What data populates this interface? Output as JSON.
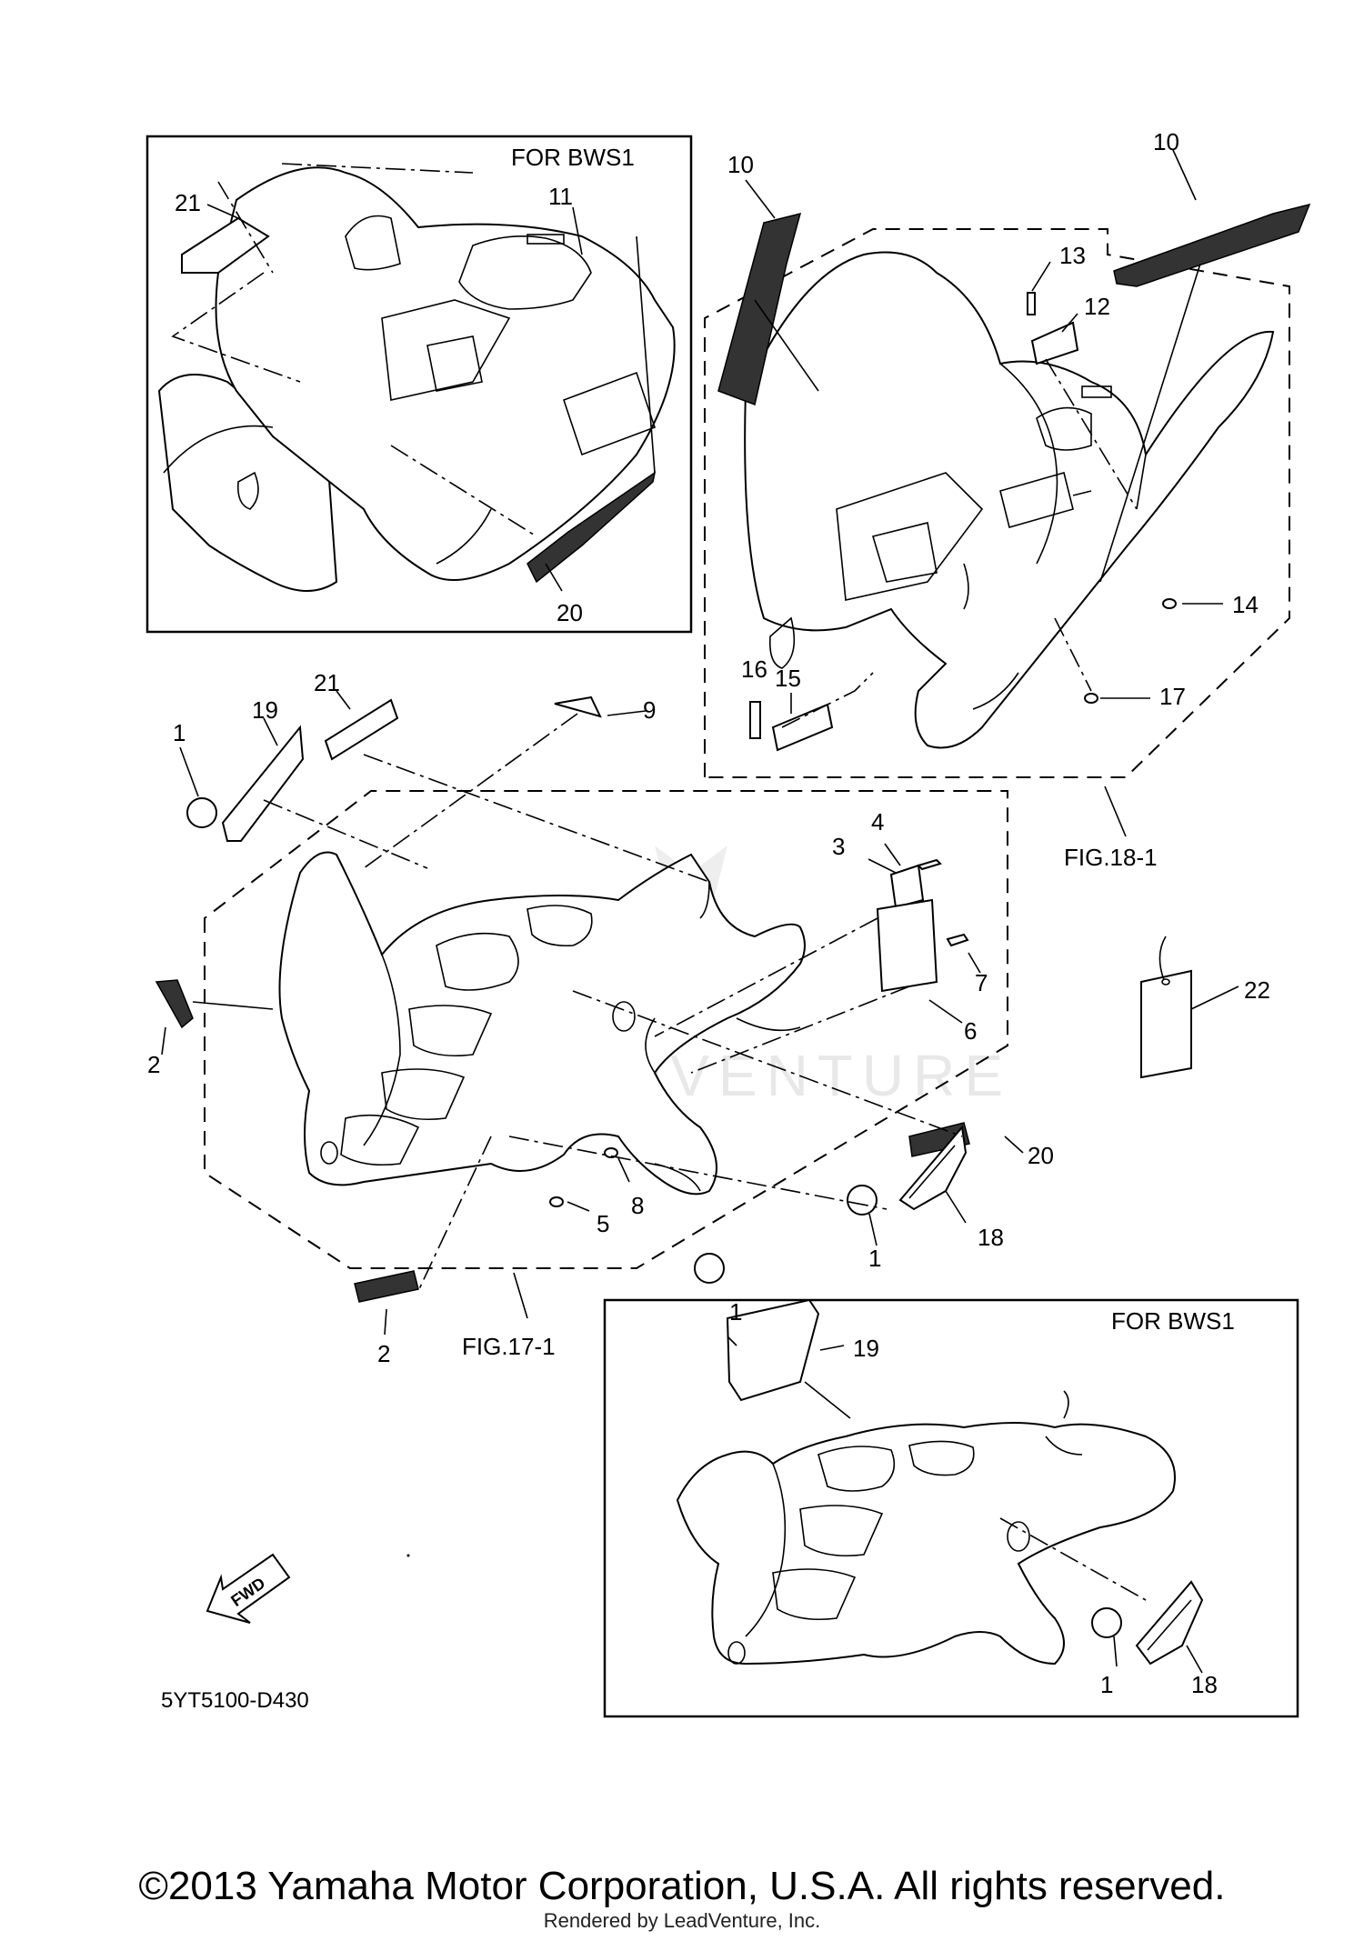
{
  "boxes": {
    "top_left_title": "FOR BWS1",
    "bottom_right_title": "FOR BWS1"
  },
  "figure_refs": {
    "fig18": "FIG.18-1",
    "fig17": "FIG.17-1"
  },
  "fwd_label": "FWD",
  "watermark": "LEADVENTURE",
  "diagram_code": "5YT5100-D430",
  "copyright": "©2013 Yamaha Motor Corporation, U.S.A. All rights reserved.",
  "render_note": "Rendered by LeadVenture, Inc.",
  "callouts": {
    "c1a": "1",
    "c1b": "1",
    "c1c": "1",
    "c1d": "1",
    "c2a": "2",
    "c2b": "2",
    "c3": "3",
    "c4": "4",
    "c5": "5",
    "c6": "6",
    "c7": "7",
    "c8": "8",
    "c9": "9",
    "c10a": "10",
    "c10b": "10",
    "c11": "11",
    "c12": "12",
    "c13": "13",
    "c14": "14",
    "c15": "15",
    "c16": "16",
    "c17": "17",
    "c18a": "18",
    "c18b": "18",
    "c19a": "19",
    "c19b": "19",
    "c20a": "20",
    "c20b": "20",
    "c21a": "21",
    "c21b": "21",
    "c22": "22"
  }
}
